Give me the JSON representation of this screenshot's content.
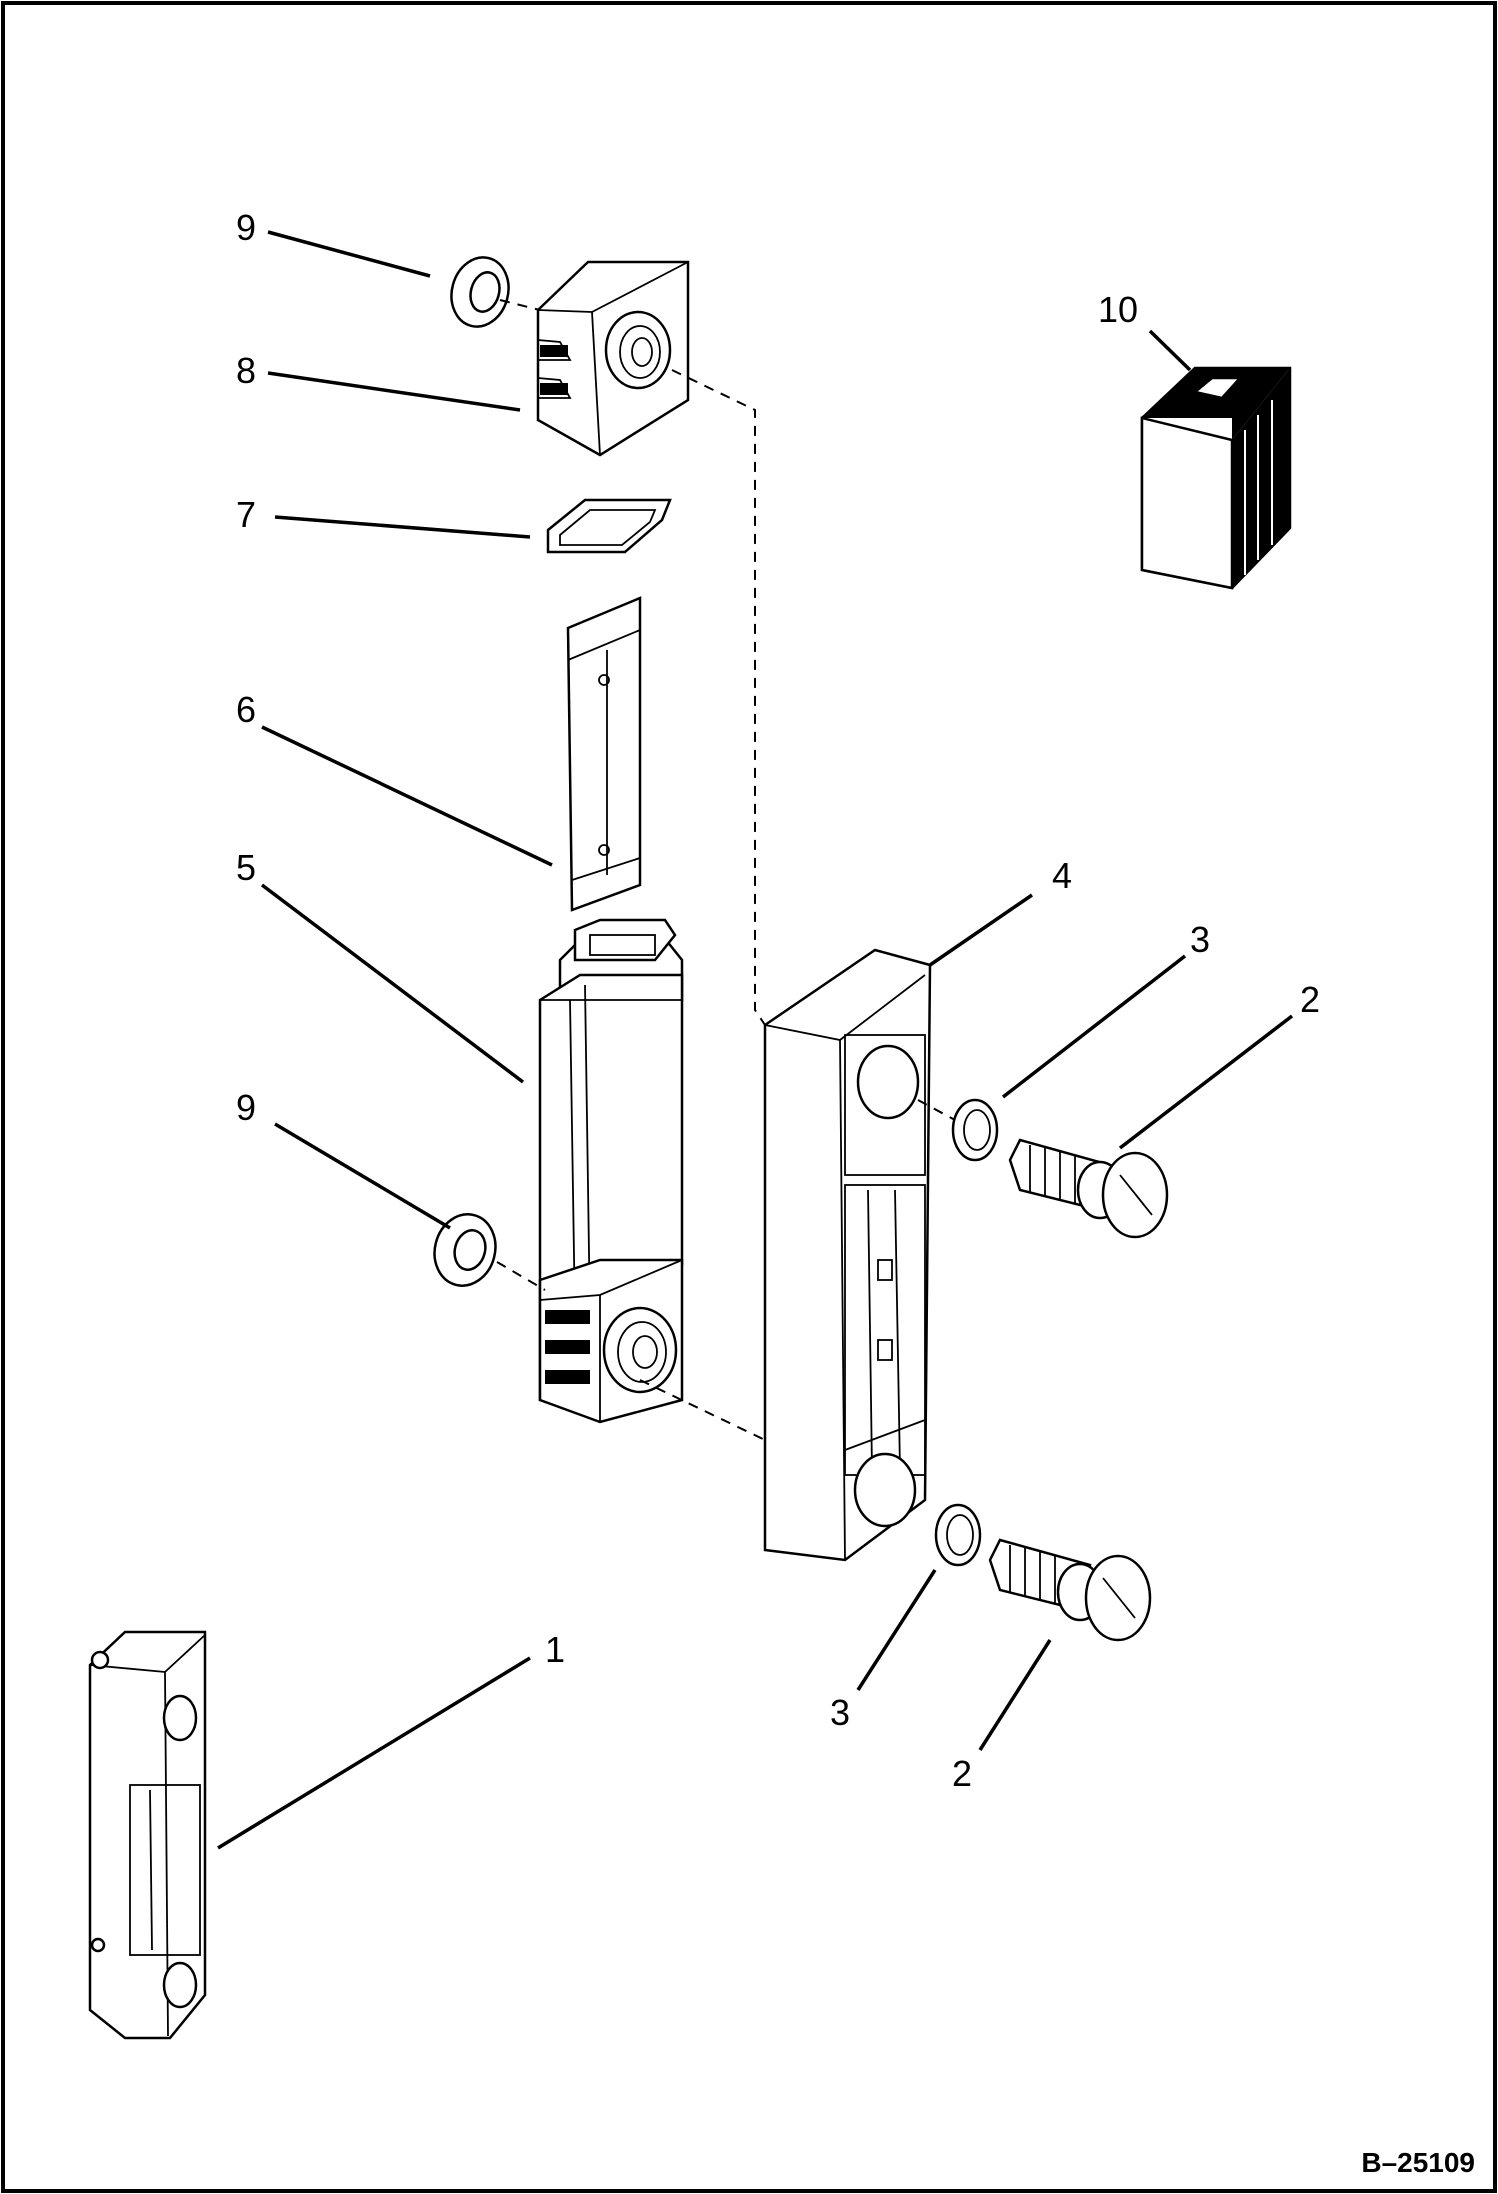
{
  "figure": {
    "number": "B–25109"
  },
  "callouts": [
    {
      "id": "c9a",
      "text": "9"
    },
    {
      "id": "c8",
      "text": "8"
    },
    {
      "id": "c7",
      "text": "7"
    },
    {
      "id": "c6",
      "text": "6"
    },
    {
      "id": "c5",
      "text": "5"
    },
    {
      "id": "c9b",
      "text": "9"
    },
    {
      "id": "c4",
      "text": "4"
    },
    {
      "id": "c3a",
      "text": "3"
    },
    {
      "id": "c2a",
      "text": "2"
    },
    {
      "id": "c3b",
      "text": "3"
    },
    {
      "id": "c2b",
      "text": "2"
    },
    {
      "id": "c1",
      "text": "1"
    },
    {
      "id": "c10",
      "text": "10"
    }
  ]
}
